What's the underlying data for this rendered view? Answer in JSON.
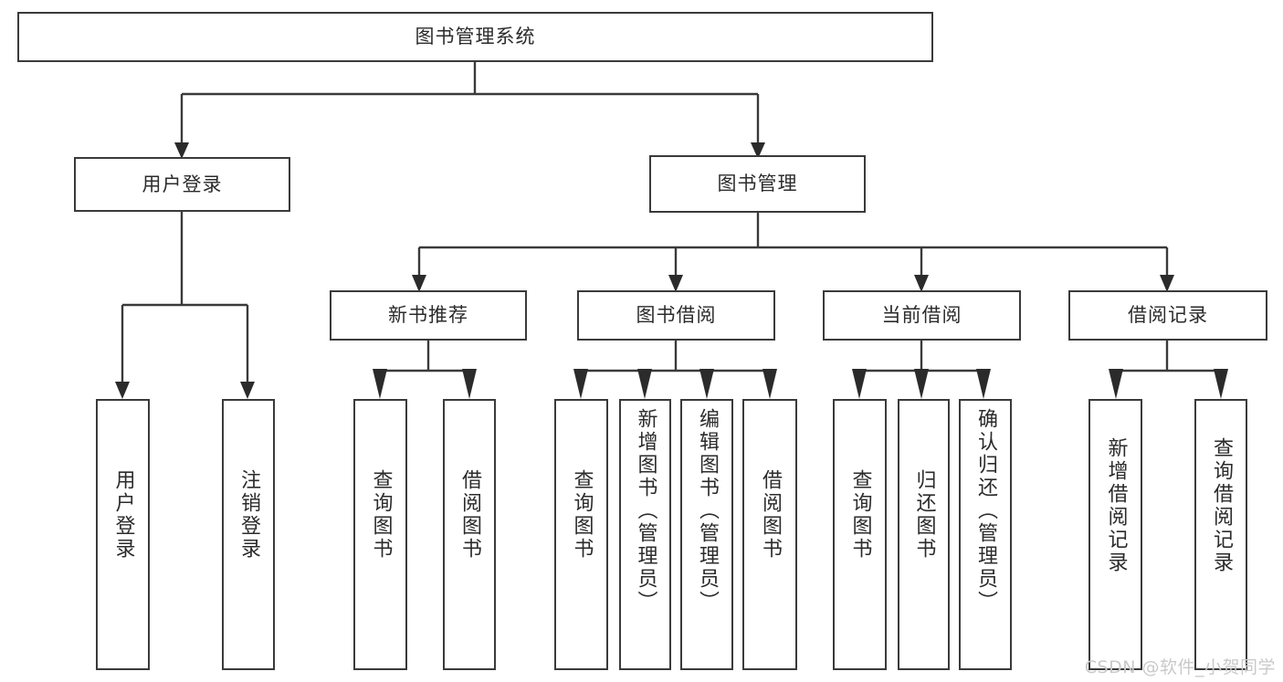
{
  "diagram": {
    "title": "图书管理系统",
    "type": "tree",
    "root": {
      "id": "root",
      "label": "图书管理系统"
    },
    "level2": [
      {
        "id": "user-login",
        "label": "用户登录"
      },
      {
        "id": "book-manage",
        "label": "图书管理"
      }
    ],
    "level3": [
      {
        "id": "new-book-rec",
        "label": "新书推荐",
        "parent": "book-manage"
      },
      {
        "id": "book-borrow",
        "label": "图书借阅",
        "parent": "book-manage"
      },
      {
        "id": "current-borrow",
        "label": "当前借阅",
        "parent": "book-manage"
      },
      {
        "id": "borrow-record",
        "label": "借阅记录",
        "parent": "book-manage"
      }
    ],
    "leaves": [
      {
        "id": "leaf-user-login",
        "label": "用户登录",
        "parent": "user-login"
      },
      {
        "id": "leaf-logout",
        "label": "注销登录",
        "parent": "user-login"
      },
      {
        "id": "leaf-query-book-1",
        "label": "查询图书",
        "parent": "new-book-rec"
      },
      {
        "id": "leaf-borrow-book-1",
        "label": "借阅图书",
        "parent": "new-book-rec"
      },
      {
        "id": "leaf-query-book-2",
        "label": "查询图书",
        "parent": "book-borrow"
      },
      {
        "id": "leaf-add-book",
        "label": "新增图书（管理员）",
        "parent": "book-borrow"
      },
      {
        "id": "leaf-edit-book",
        "label": "编辑图书（管理员）",
        "parent": "book-borrow"
      },
      {
        "id": "leaf-borrow-book-2",
        "label": "借阅图书",
        "parent": "book-borrow"
      },
      {
        "id": "leaf-query-book-3",
        "label": "查询图书",
        "parent": "current-borrow"
      },
      {
        "id": "leaf-return-book",
        "label": "归还图书",
        "parent": "current-borrow"
      },
      {
        "id": "leaf-confirm-return",
        "label": "确认归还（管理员）",
        "parent": "current-borrow"
      },
      {
        "id": "leaf-add-record",
        "label": "新增借阅记录",
        "parent": "borrow-record"
      },
      {
        "id": "leaf-query-record",
        "label": "查询借阅记录",
        "parent": "borrow-record"
      }
    ]
  },
  "watermark": {
    "text": "CSDN @软件_小贺同学"
  },
  "colors": {
    "stroke": "#3a3a3a",
    "text": "#2b2b2b",
    "background": "#ffffff",
    "watermark": "#c9c9c9"
  }
}
